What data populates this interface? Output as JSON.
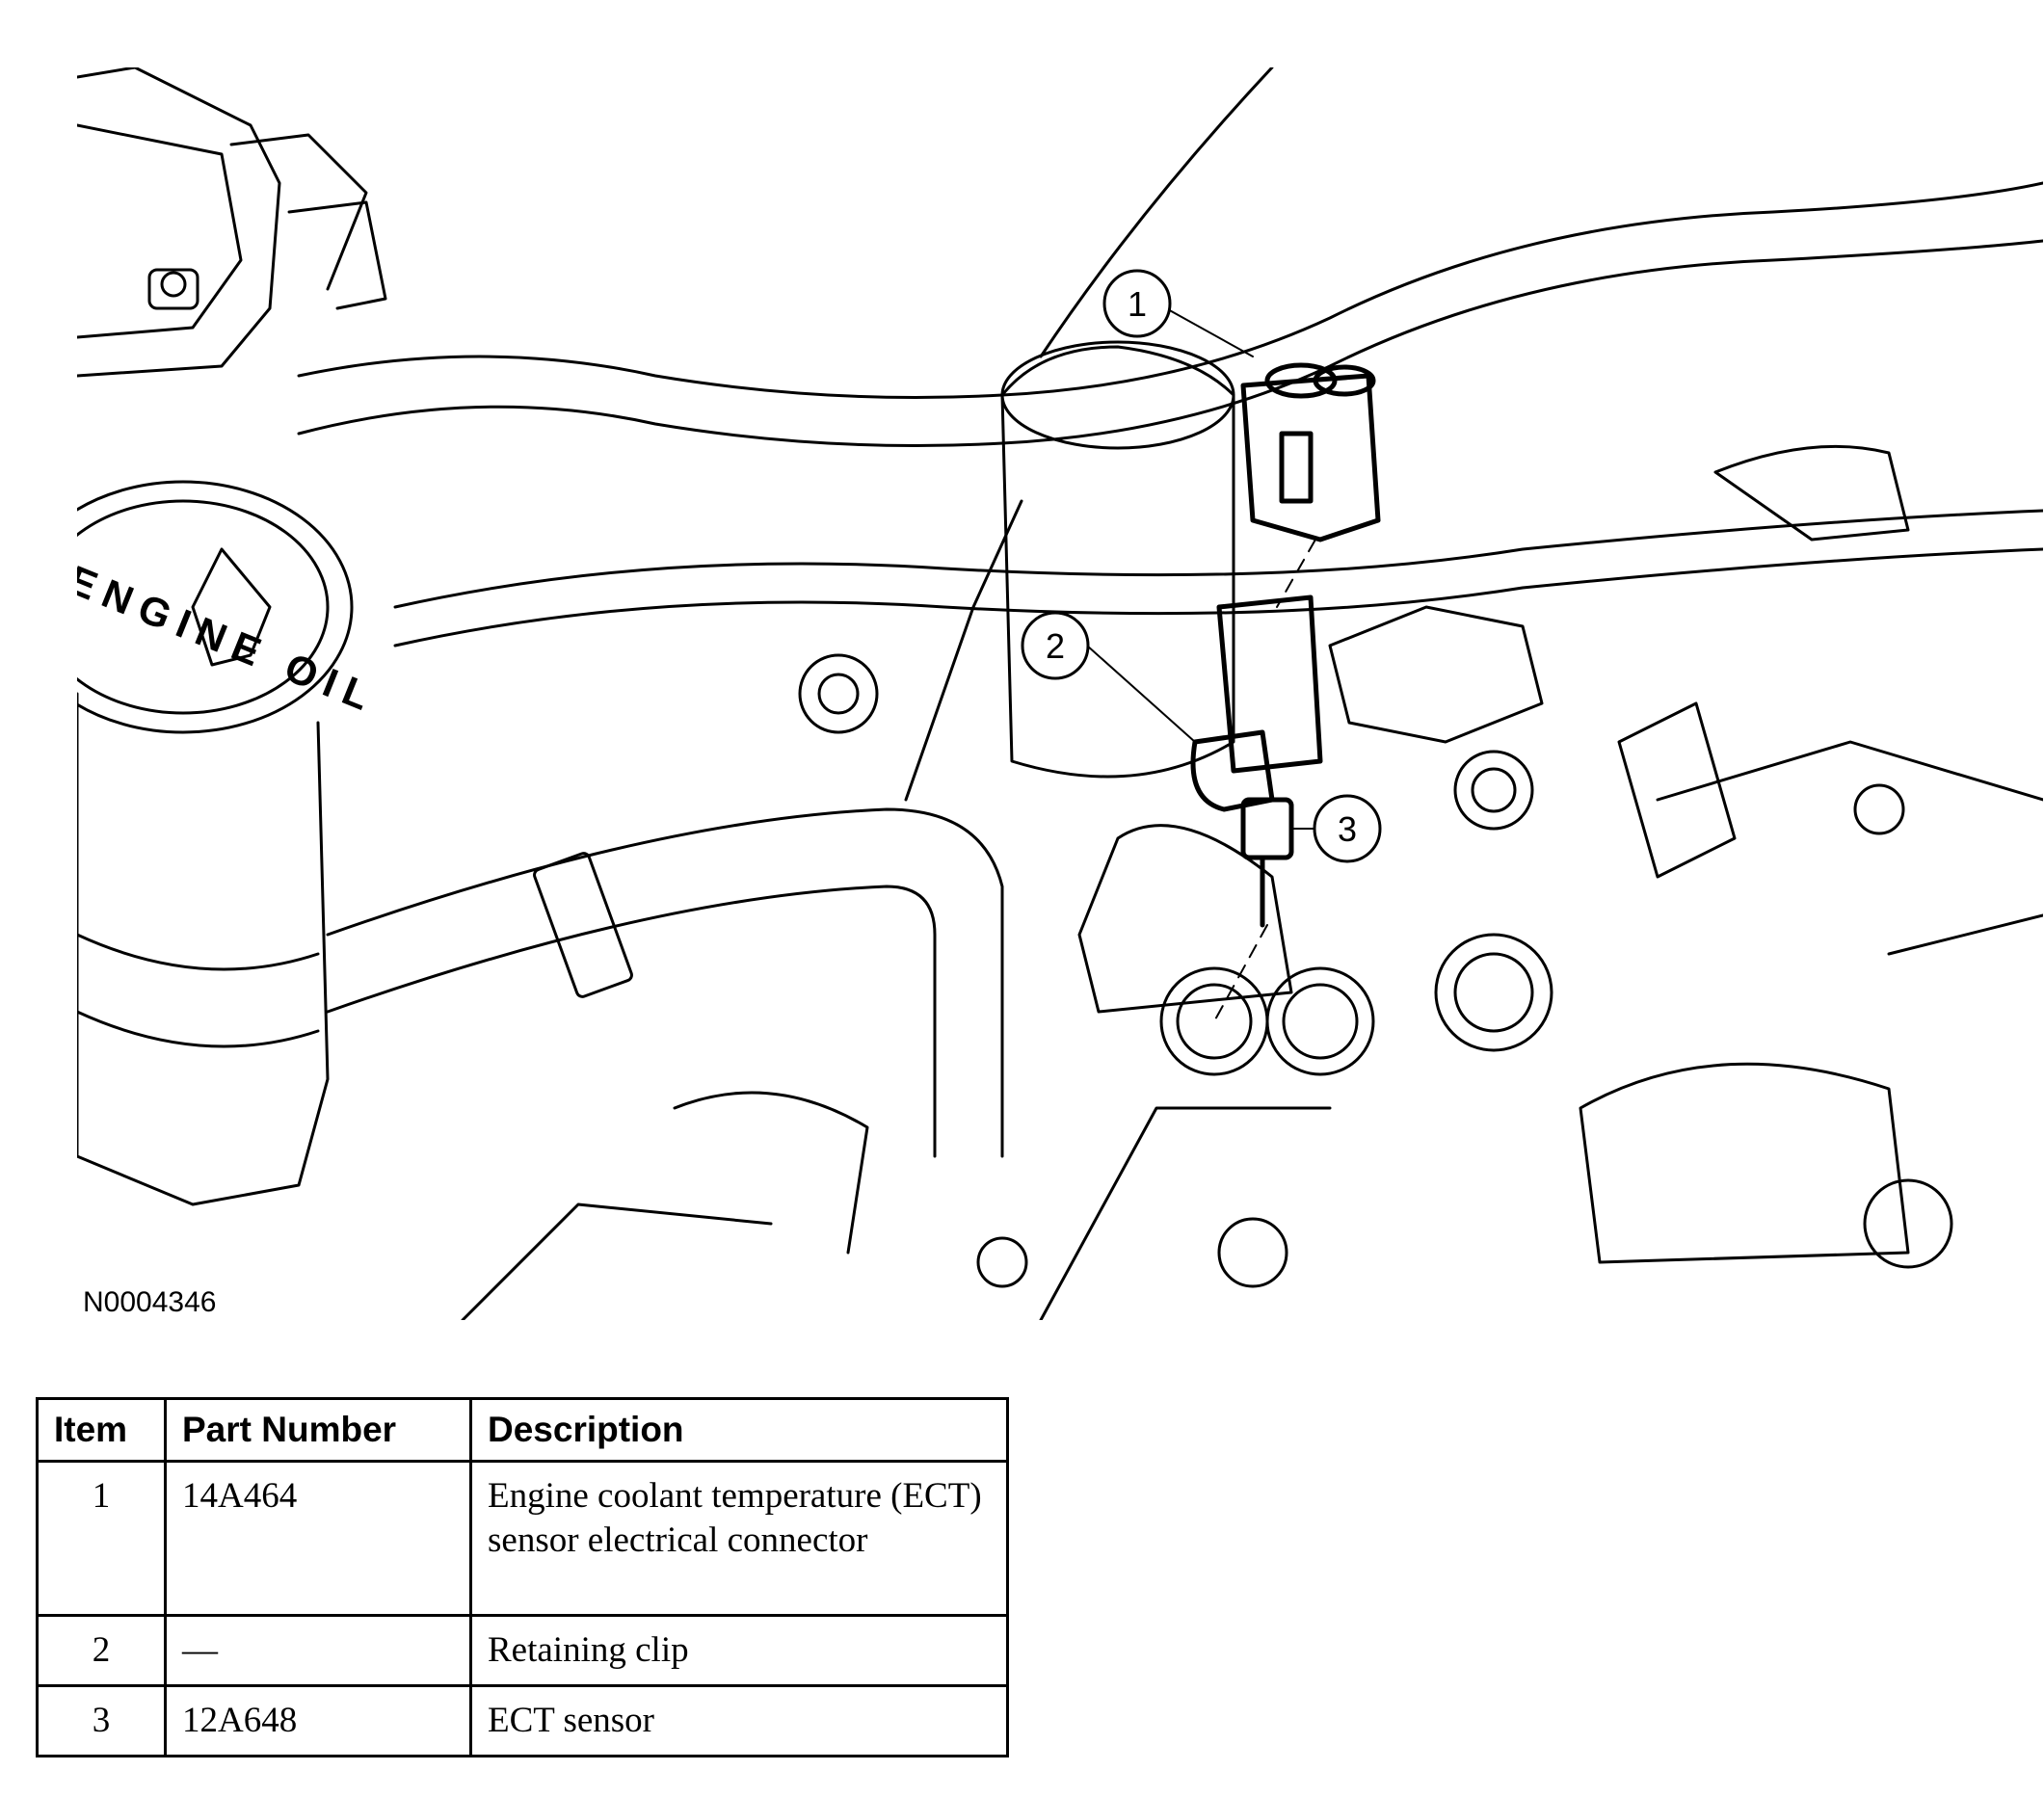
{
  "figure": {
    "id": "N0004346",
    "embossed_text": "ENGINE OIL",
    "callouts": [
      {
        "label": "1"
      },
      {
        "label": "2"
      },
      {
        "label": "3"
      }
    ]
  },
  "table": {
    "headers": {
      "item": "Item",
      "part_number": "Part Number",
      "description": "Description"
    },
    "rows": [
      {
        "item": "1",
        "part_number": "14A464",
        "description": "Engine coolant temperature (ECT) sensor electrical connector"
      },
      {
        "item": "2",
        "part_number": "—",
        "description": "Retaining clip"
      },
      {
        "item": "3",
        "part_number": "12A648",
        "description": "ECT sensor"
      }
    ]
  }
}
